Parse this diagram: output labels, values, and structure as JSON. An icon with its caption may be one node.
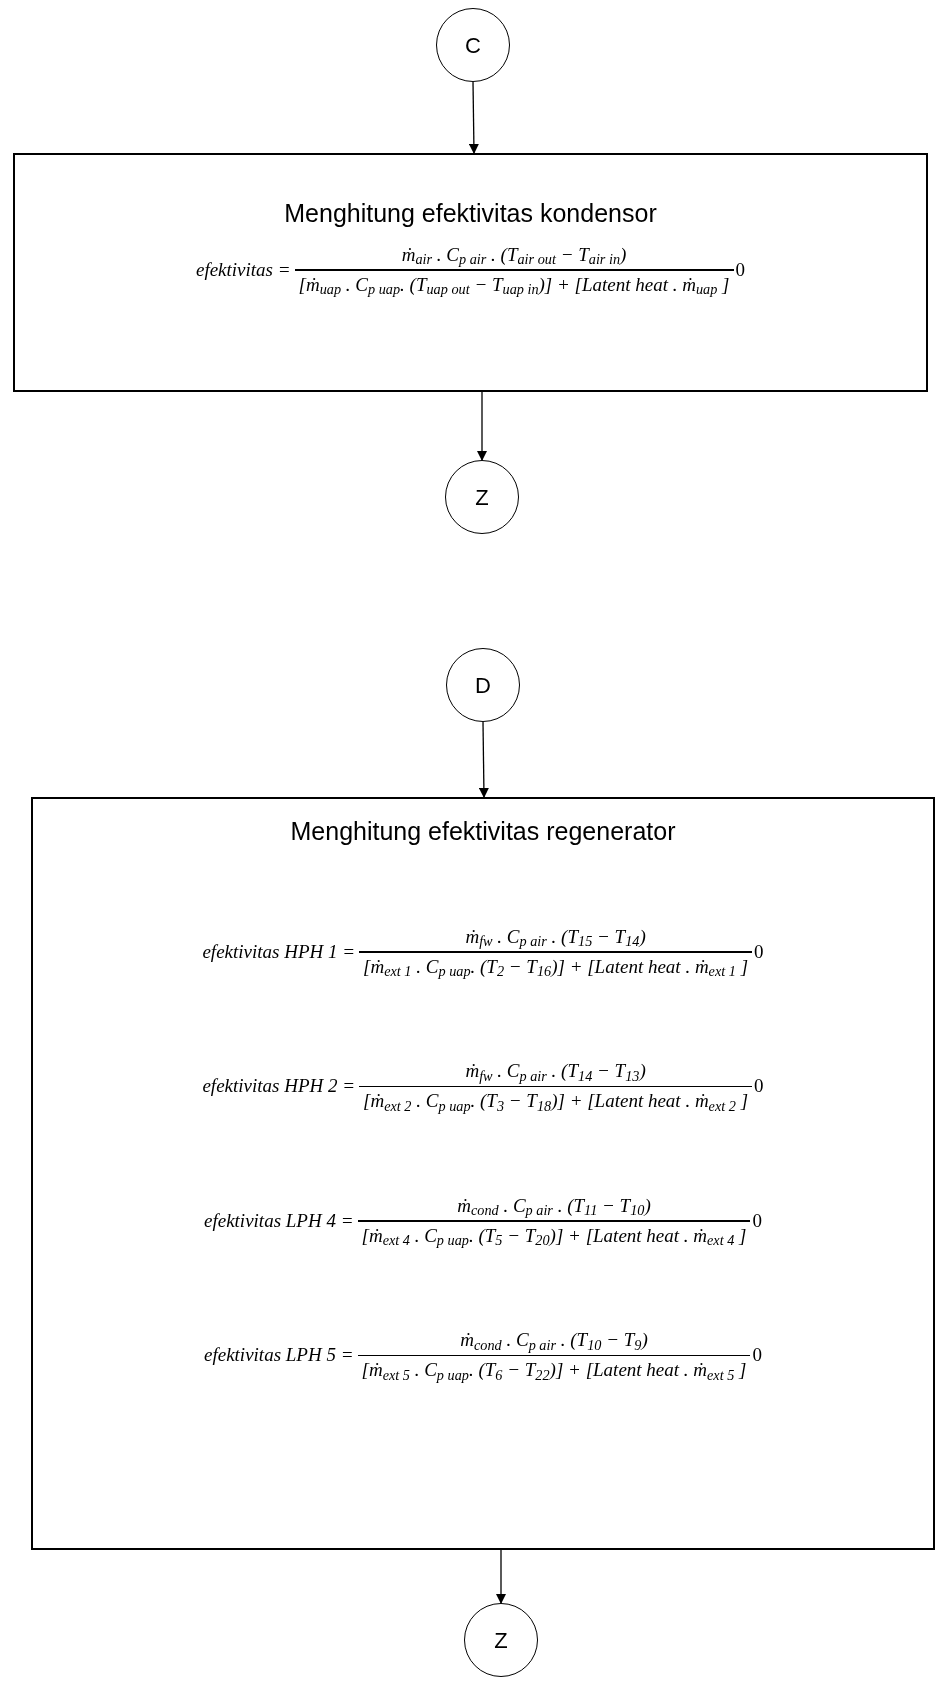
{
  "diagram": {
    "nodes": [
      {
        "text": [
          "C"
        ]
      },
      {
        "text": [
          "Menghitung efektivitas kondensor",
          "efektivitas =",
          "ṁ$_{air}$ . C$_{p air}$ . (T$_{air out}$ − T$_{air in}$)",
          "[ṁ$_{uap}$ . C$_{p uap}$. (T$_{uap out}$ − T$_{uap in}$)] + [Latent heat . ṁ$_{uap}$ ]",
          "0"
        ]
      },
      {
        "text": [
          "Z"
        ]
      },
      {
        "text": [
          "D"
        ]
      },
      {
        "text": [
          "Menghitung efektivitas regenerator",
          "efektivitas HPH 1 =",
          "ṁ$_{fw}$ . C$_{p air}$ . (T$_{15}$ − T$_{14}$)",
          "[ṁ$_{ext 1}$ . C$_{p uap}$. (T$_{2}$ − T$_{16}$)] + [Latent heat . ṁ$_{ext 1}$ ]",
          "0",
          "efektivitas HPH 2 =",
          "ṁ$_{fw}$ . C$_{p air}$ . (T$_{14}$ − T$_{13}$)",
          "[ṁ$_{ext 2}$ . C$_{p uap}$. (T$_{3}$ − T$_{18}$)] + [Latent heat . ṁ$_{ext 2}$ ]",
          "0",
          "efektivitas LPH 4 =",
          "ṁ$_{cond}$ . C$_{p air}$ . (T$_{11}$ − T$_{10}$)",
          "[ṁ$_{ext 4}$ . C$_{p uap}$. (T$_{5}$ − T$_{20}$)] + [Latent heat . ṁ$_{ext 4}$ ]",
          "0",
          "efektivitas LPH 5 =",
          "ṁ$_{cond}$ . C$_{p air}$ . (T$_{10}$ − T$_{9}$)",
          "[ṁ$_{ext 5}$ . C$_{p uap}$. (T$_{6}$ − T$_{22}$)] + [Latent heat . ṁ$_{ext 5}$ ]",
          "0"
        ]
      },
      {
        "text": [
          "Z"
        ]
      }
    ],
    "edges": [
      {
        "from": 0,
        "to": 1,
        "arrow": "to"
      },
      {
        "from": 1,
        "to": 2,
        "arrow": "to"
      },
      {
        "from": 3,
        "to": 4,
        "arrow": "to"
      },
      {
        "from": 4,
        "to": 5,
        "arrow": "to"
      }
    ]
  }
}
